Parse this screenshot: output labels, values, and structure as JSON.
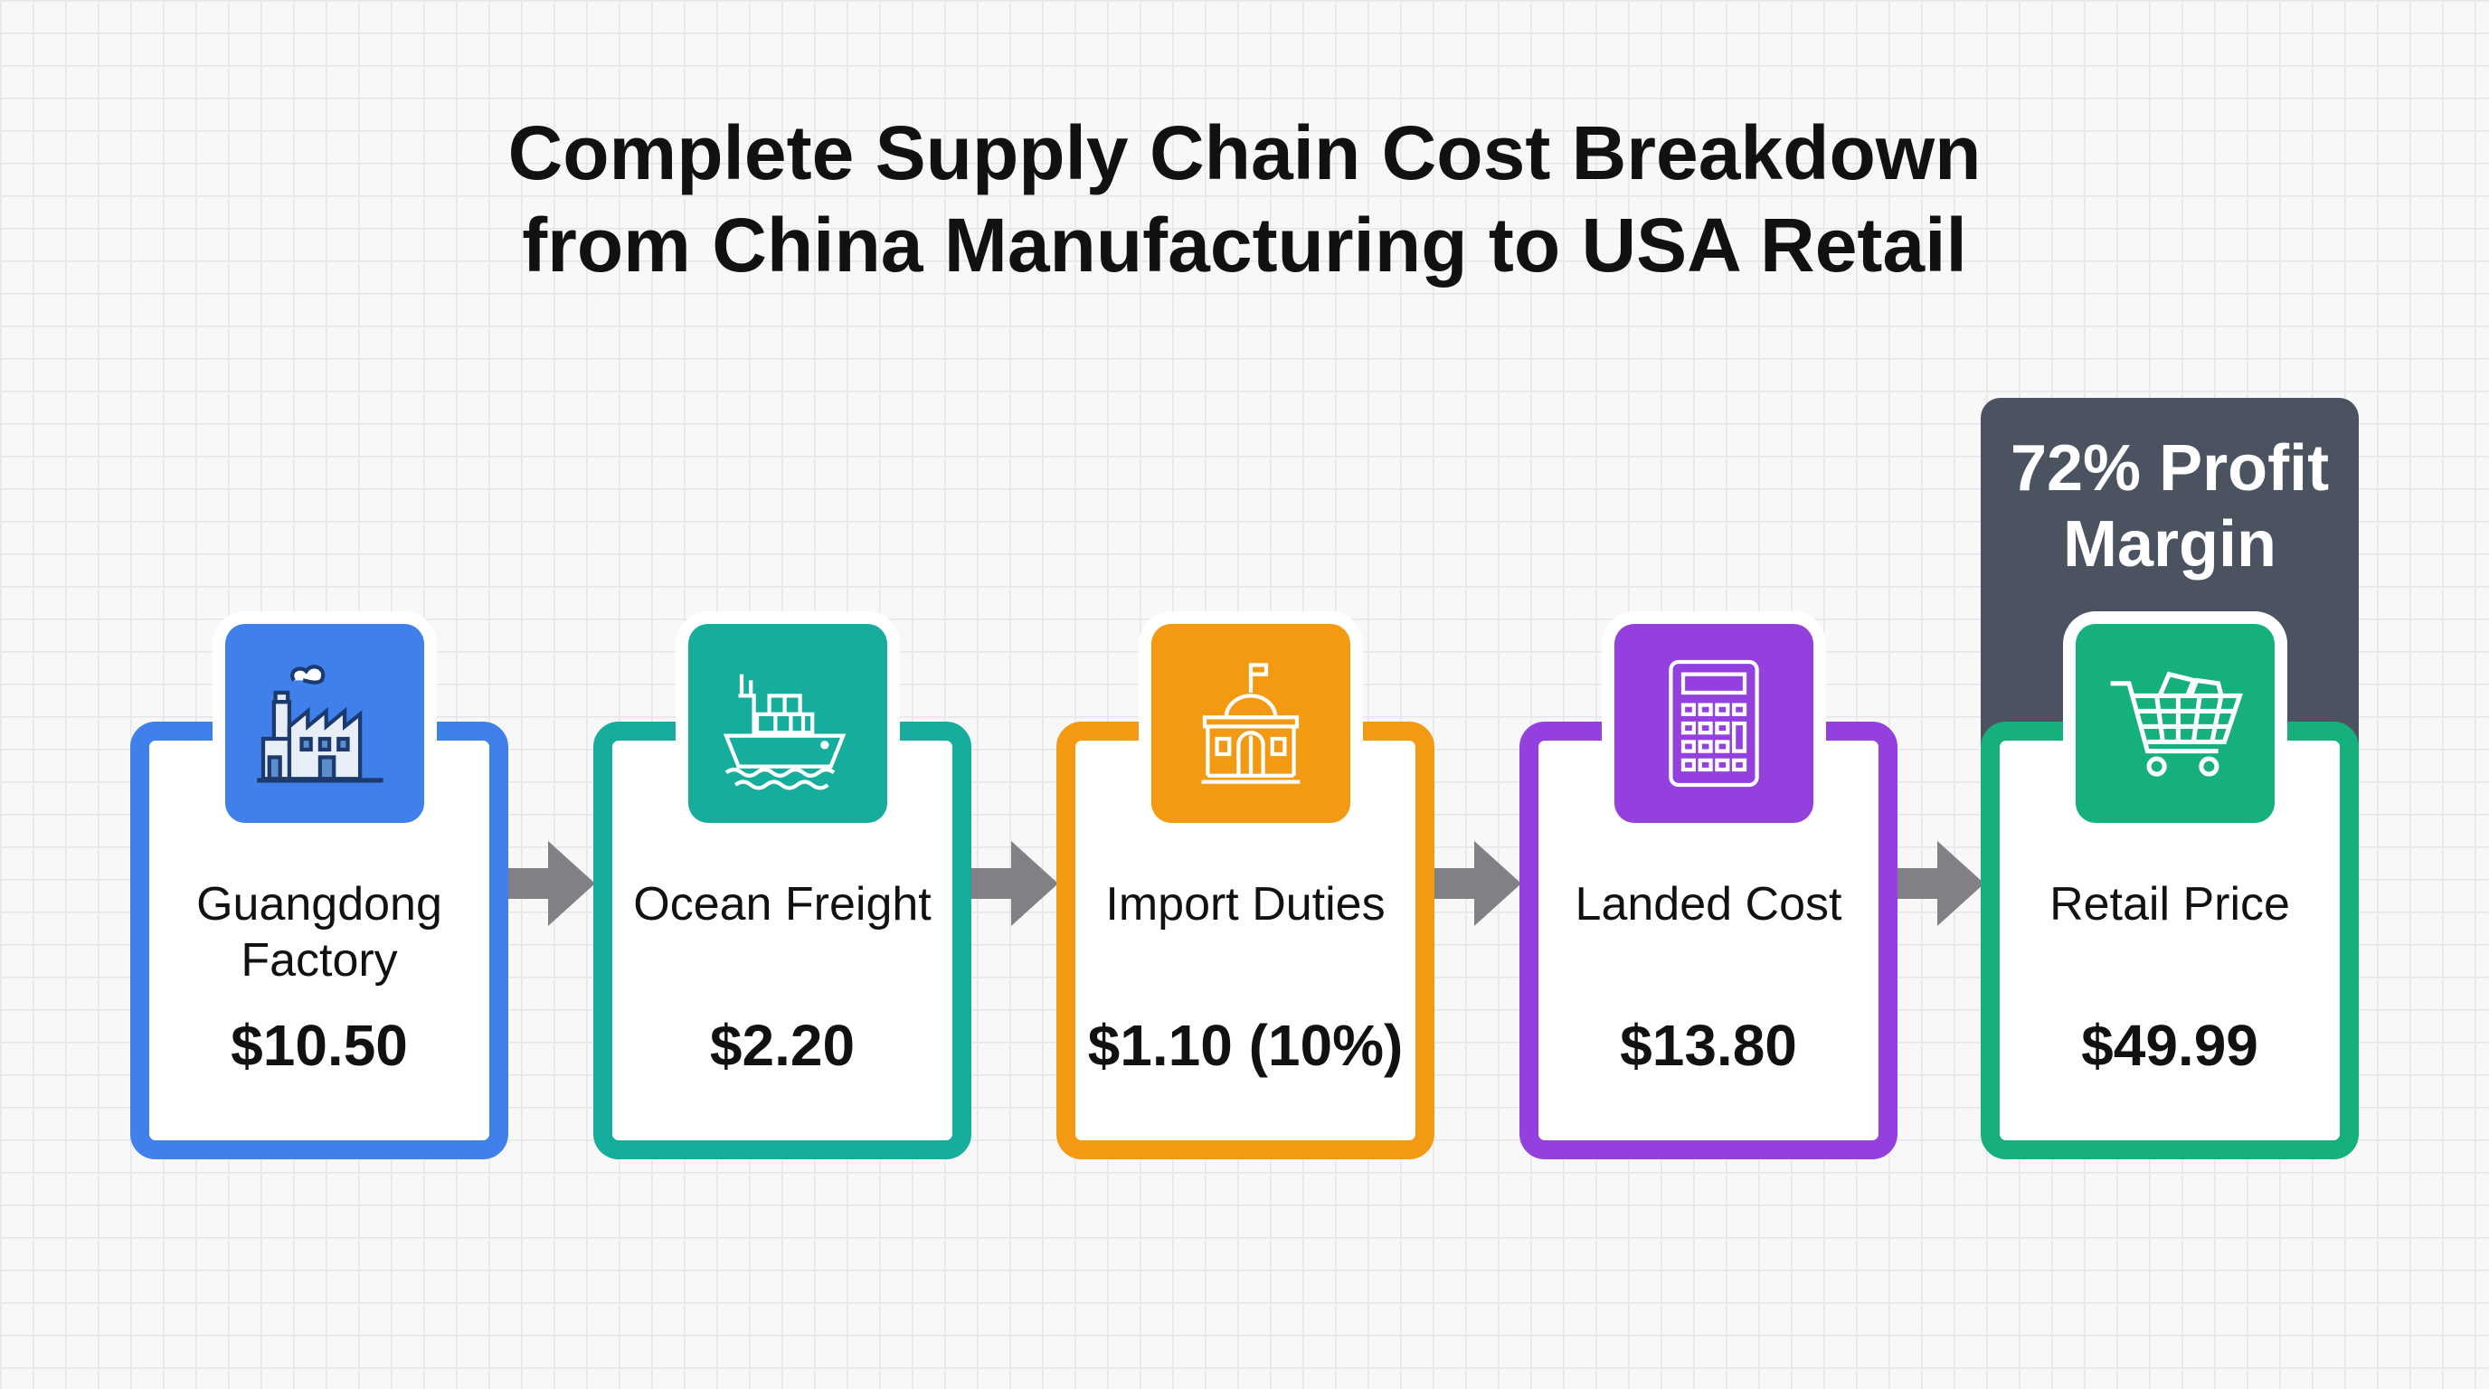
{
  "title": {
    "line1": "Complete Supply Chain Cost Breakdown",
    "line2": "from China Manufacturing to USA Retail"
  },
  "margin_callout": {
    "line1": "72% Profit",
    "line2": "Margin",
    "color": "#4b5260"
  },
  "stages": [
    {
      "label_lines": [
        "Guangdong",
        "Factory"
      ],
      "price": "$10.50",
      "icon": "factory-icon",
      "color": "#3f80ea"
    },
    {
      "label_lines": [
        "Ocean Freight"
      ],
      "price": "$2.20",
      "icon": "cargo-ship-icon",
      "color": "#16ad9c"
    },
    {
      "label_lines": [
        "Import Duties"
      ],
      "price": "$1.10 (10%)",
      "icon": "customs-building-icon",
      "color": "#f39a12"
    },
    {
      "label_lines": [
        "Landed Cost"
      ],
      "price": "$13.80",
      "icon": "calculator-icon",
      "color": "#9340de"
    },
    {
      "label_lines": [
        "Retail Price"
      ],
      "price": "$49.99",
      "icon": "shopping-cart-icon",
      "color": "#16b07e"
    }
  ],
  "arrow_color": "#808085"
}
